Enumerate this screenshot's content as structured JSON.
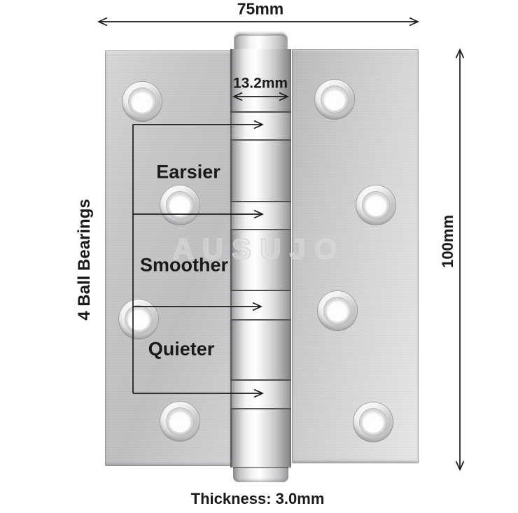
{
  "annotations": {
    "width_label": "75mm",
    "pin_label": "13.2mm",
    "height_label": "100mm",
    "thickness_label": "Thickness: 3.0mm",
    "bearings_label": "4 Ball Bearings",
    "callouts": [
      "Earsier",
      "Smoother",
      "Quieter"
    ]
  },
  "watermark": "AUSUJO",
  "colors": {
    "annotation_ink": "#1a1a1a",
    "steel_highlight": "#ffffff",
    "steel_light": "#e8e9eb",
    "steel_mid": "#c6c7c9",
    "steel_dark": "#808082",
    "watermark_outline": "#d4d4d6",
    "background": "#ffffff"
  }
}
